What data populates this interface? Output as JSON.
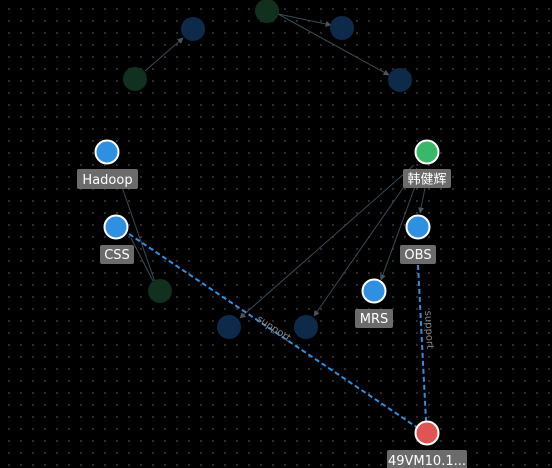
{
  "colors": {
    "background": "#000000",
    "service_node": "#2f8fe0",
    "person_node": "#39b86a",
    "alert_node": "#e05454",
    "dim_blue_node": "#0d2a4a",
    "dim_green_node": "#12301e",
    "edge": "#3c4a55",
    "support_edge": "#2f8fe0"
  },
  "nodes": [
    {
      "id": "hadoop",
      "label": "Hadoop",
      "kind": "service",
      "icon": "circle-node-icon"
    },
    {
      "id": "css",
      "label": "CSS",
      "kind": "service",
      "icon": "circle-node-icon"
    },
    {
      "id": "han",
      "label": "韩健辉",
      "kind": "person",
      "icon": "circle-node-icon"
    },
    {
      "id": "obs",
      "label": "OBS",
      "kind": "service",
      "icon": "circle-node-icon"
    },
    {
      "id": "mrs",
      "label": "MRS",
      "kind": "service",
      "icon": "circle-node-icon"
    },
    {
      "id": "vm",
      "label": "49VM10.1...",
      "kind": "alert",
      "icon": "circle-node-icon"
    }
  ],
  "edge_labels": {
    "css_vm": "support",
    "obs_vm": "support"
  }
}
